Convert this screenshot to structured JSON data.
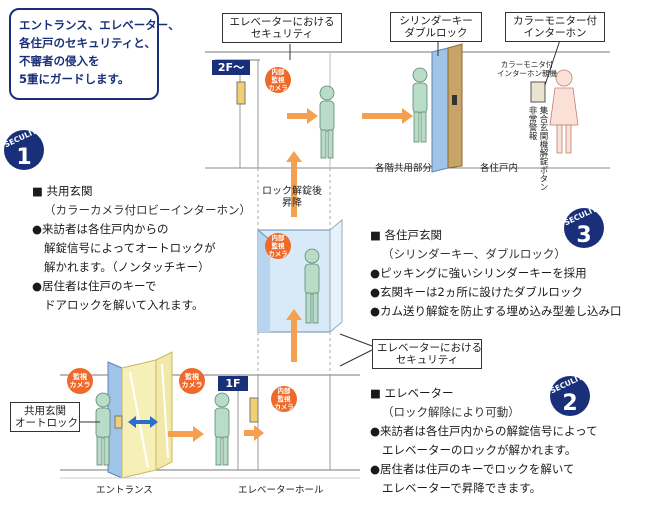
{
  "intro": {
    "lines": [
      "エントランス、エレベーター、",
      "各住戸のセキュリティと、",
      "不審者の侵入を",
      "5重にガードします。"
    ]
  },
  "callouts": {
    "elevator_top": [
      "エレベーターにおける",
      "セキュリティ"
    ],
    "cylinder": [
      "シリンダーキー",
      "ダブルロック"
    ],
    "intercom": [
      "カラーモニター付",
      "インターホン"
    ],
    "elevator_mid": [
      "エレベーターにおける",
      "セキュリティ"
    ],
    "entrance_lock": [
      "共用玄関",
      "オートロック"
    ],
    "unlock_ascend": [
      "ロック解錠後",
      "昇降"
    ]
  },
  "floors": {
    "upper": "2F〜",
    "ground": "1F"
  },
  "labels": {
    "common_area": "各階共用部分",
    "inside_unit": "各住戸内",
    "entrance": "エントランス",
    "elevator_hall": "エレベーターホール",
    "intercom_unit": [
      "カラーモニタ付",
      "インターホン親機"
    ],
    "camera": [
      "監視",
      "カメラ"
    ],
    "camera_inner": [
      "内部",
      "監視",
      "カメラ"
    ]
  },
  "vertical_labels": [
    "非常警報",
    "集合玄関機解錠ボタン"
  ],
  "badges": [
    {
      "word": "SECULITY",
      "num": "1"
    },
    {
      "word": "SECULITY",
      "num": "2"
    },
    {
      "word": "SECULITY",
      "num": "3"
    }
  ],
  "section1": {
    "title": "■ 共用玄関",
    "sub": "（カラーカメラ付ロビーインターホン）",
    "b1": [
      "●来訪者は各住戸内からの",
      "解錠信号によってオートロックが",
      "解かれます。（ノンタッチキー）"
    ],
    "b2": [
      "●居住者は住戸のキーで",
      "ドアロックを解いて入れます。"
    ]
  },
  "section2": {
    "title": "■ エレベーター",
    "sub": "（ロック解除により可動）",
    "b1": [
      "●来訪者は各住戸内からの解錠信号によって",
      "エレベーターのロックが解かれます。"
    ],
    "b2": [
      "●居住者は住戸のキーでロックを解いて",
      "エレベーターで昇降できます。"
    ]
  },
  "section3": {
    "title": "■ 各住戸玄関",
    "sub": "（シリンダーキー、ダブルロック）",
    "b1": "●ピッキングに強いシリンダーキーを採用",
    "b2": "●玄関キーは2ヵ所に設けたダブルロック",
    "b3": "●カム送り解錠を防止する埋め込み型差し込み口"
  },
  "colors": {
    "navy": "#1a2f7a",
    "orange": "#f5a050",
    "person": "#b9dcc8",
    "glass": "#9fc4e8",
    "door": "#c8a468",
    "pale": "#f6efb8"
  }
}
